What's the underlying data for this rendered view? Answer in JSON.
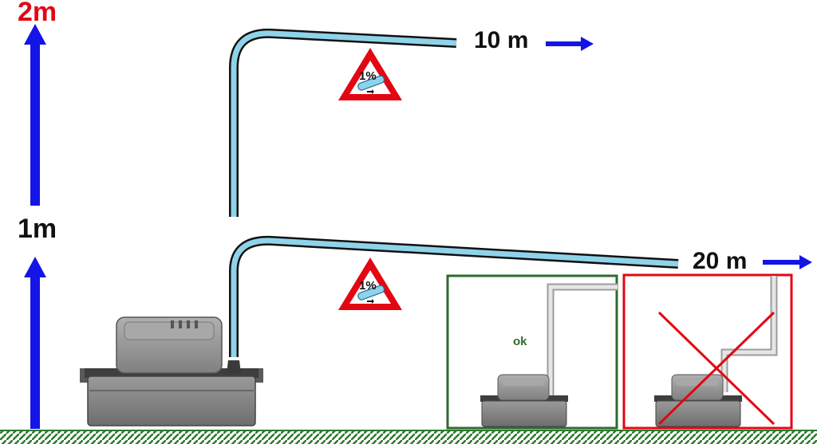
{
  "labels": {
    "height_2m": "2m",
    "height_1m": "1m",
    "dist_10m": "10 m",
    "dist_20m": "20 m",
    "slope_upper": "1%",
    "slope_lower": "1%",
    "ok": "ok"
  },
  "colors": {
    "height_2m_text": "#e30613",
    "height_1m_text": "#111111",
    "arrow_blue": "#1414e6",
    "pipe_fill": "#8fd3ea",
    "pipe_outline": "#111111",
    "warning_red": "#e30613",
    "ok_box": "#2d6b2d",
    "bad_box": "#e30613",
    "ground": "#2d7a2d",
    "pump_body": "#8a8a8a",
    "pump_dark": "#4a4a4a"
  },
  "icons": {
    "warning_sign": "triangle-warning-icon",
    "flow_arrow": "arrow-right-icon",
    "height_arrow": "arrow-up-icon",
    "cross": "x-cross-icon"
  }
}
